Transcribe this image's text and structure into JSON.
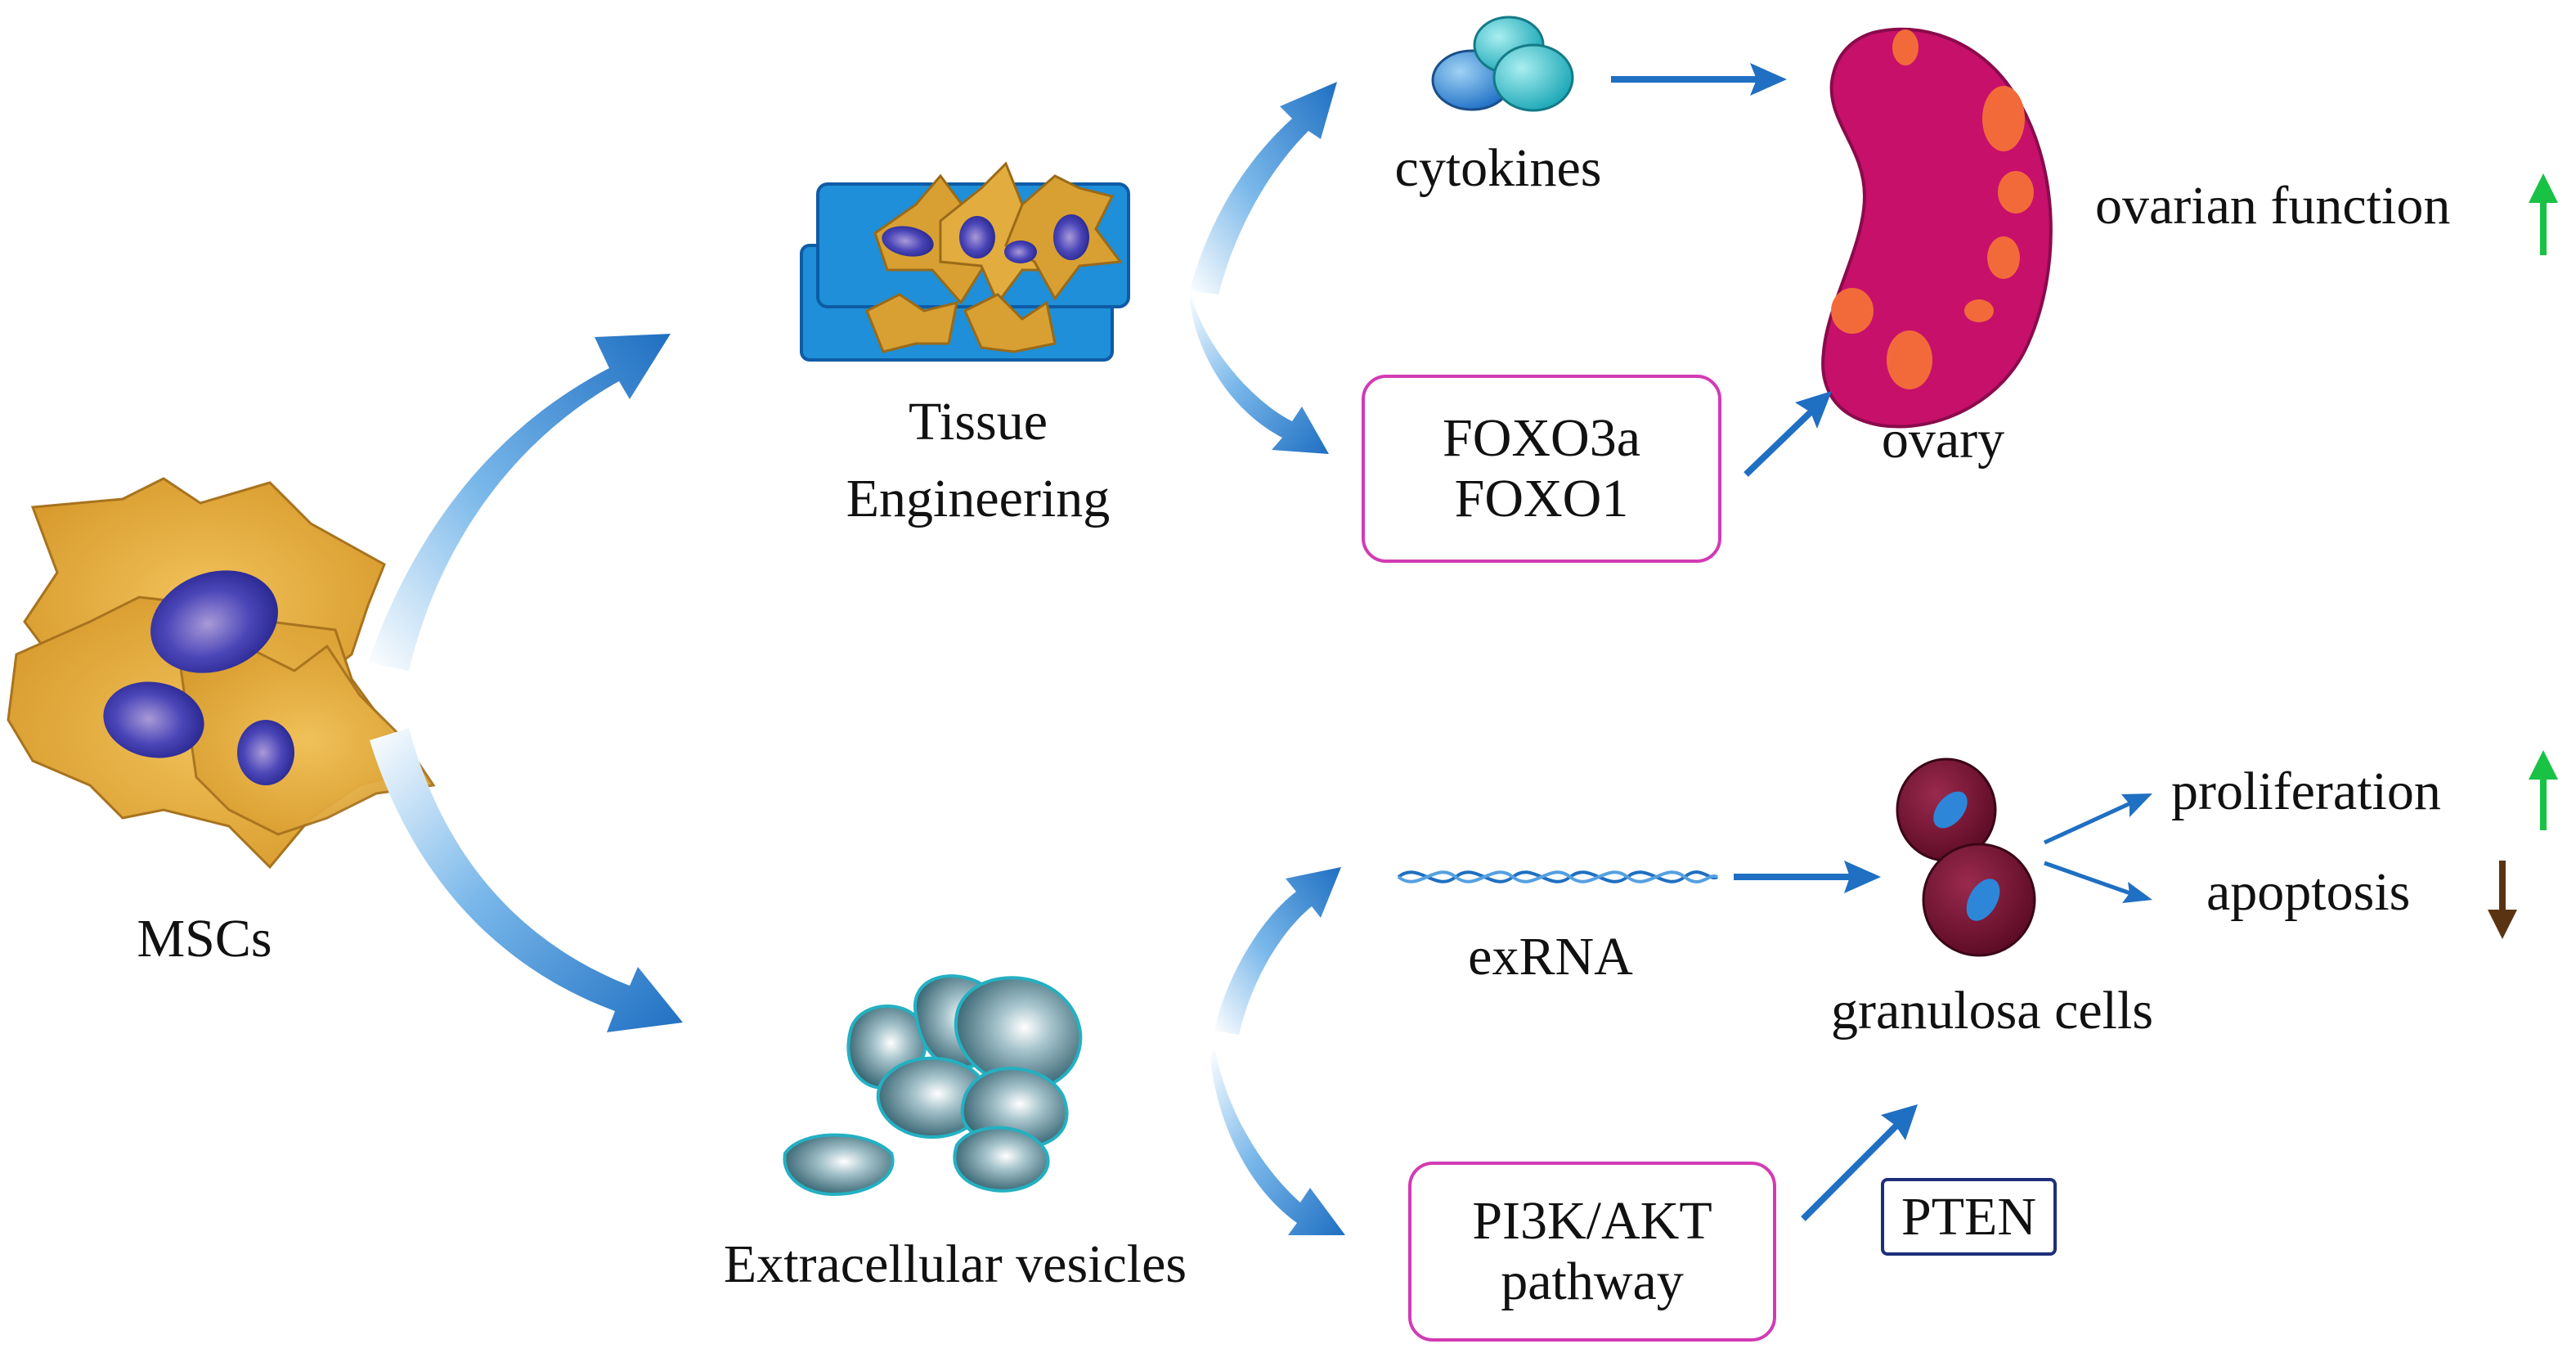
{
  "diagram": {
    "mscs_label": "MSCs",
    "tissue_engineering_label": [
      "Tissue",
      "Engineering"
    ],
    "extracellular_vesicles_label": "Extracellular vesicles",
    "cytokines_label": "cytokines",
    "foxo_box": [
      "FOXO3a",
      "FOXO1"
    ],
    "ovary_label": "ovary",
    "ovarian_function_label": "ovarian function",
    "exrna_label": "exRNA",
    "granulosa_cells_label": "granulosa cells",
    "proliferation_label": "proliferation",
    "apoptosis_label": "apoptosis",
    "pi3k_box": [
      "PI3K/AKT",
      "pathway"
    ],
    "pten_label": "PTEN"
  },
  "colors": {
    "arrow_blue": "#1f6fc2",
    "cell_orange": "#e0a431",
    "nucleus_blue": "#2b2d9a",
    "ovary_magenta": "#c7106a",
    "follicle_orange": "#f26a3a",
    "granulosa_maroon": "#6a0f2c",
    "vesicle_teal": "#35717f",
    "up_green": "#19c244",
    "down_brown": "#5a3412",
    "box_magenta": "#d23bb4",
    "box_navy": "#1d2f7a"
  },
  "indicators": {
    "ovarian_function": "up",
    "proliferation": "up",
    "apoptosis": "down"
  }
}
